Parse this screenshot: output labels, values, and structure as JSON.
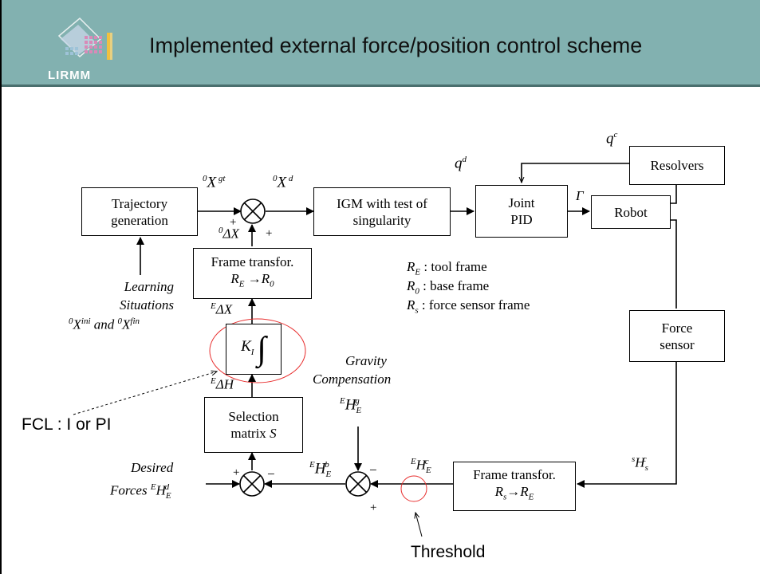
{
  "header": {
    "title": "Implemented external force/position control scheme",
    "org": "LIRMM"
  },
  "boxes": {
    "trajectory": "Trajectory\ngeneration",
    "igm": "IGM with test of\nsingularity",
    "joint_pid": "Joint\nPID",
    "robot": "Robot",
    "resolvers": "Resolvers",
    "force_sensor": "Force\nsensor",
    "frame_transfor_top": "Frame transfor.",
    "frame_transfor_top_sub": "R_E → R_0",
    "selection_l1": "Selection",
    "selection_l2": "matrix S",
    "frame_transfor_bottom": "Frame transfor.",
    "frame_transfor_bottom_sub": "R_s → R_E",
    "ki": "K_I ∫"
  },
  "labels": {
    "X_gt": "⁰X^gt",
    "X_d": "⁰X^d",
    "q_d": "q^d",
    "q_c": "q^c",
    "gamma": "Γ",
    "delta_X0": "⁰ΔX",
    "plus_a": "+",
    "plus_b": "+",
    "delta_XE": "^EΔX",
    "delta_HE": "^EΔH",
    "learning": "Learning",
    "situations": "Situations",
    "ini_fin": "⁰X^ini and ⁰X^fin",
    "legend_RE": "R_E : tool frame",
    "legend_R0": "R_0 : base frame",
    "legend_Rs": "R_s : force sensor frame",
    "gravity": "Gravity",
    "compensation": "Compensation",
    "H_g": "^E H_E^g",
    "H_b": "^E H_E^b",
    "H_c": "^E H_E^c",
    "sH_c": "^s H_s^c",
    "desired": "Desired",
    "forces": "Forces ^E H_E^d",
    "plus_desired": "+",
    "minus_desired": "−",
    "minus_grav": "−",
    "plus_bottom": "+",
    "fcl": "FCL : I or PI",
    "threshold": "Threshold"
  }
}
